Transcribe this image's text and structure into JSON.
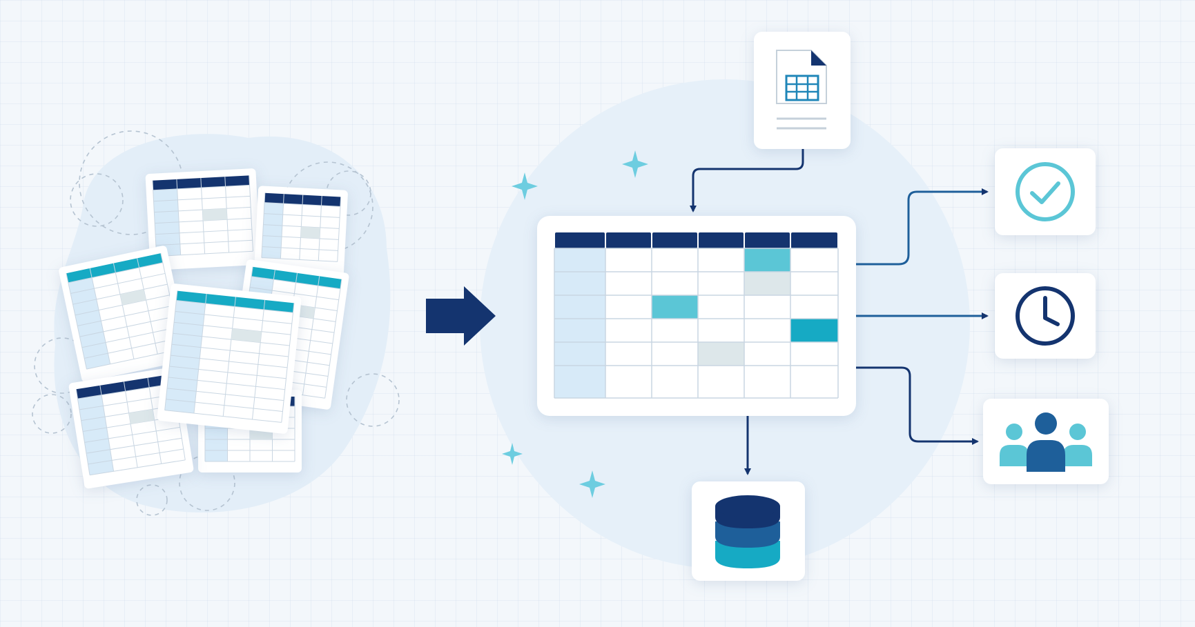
{
  "colors": {
    "background": "#f3f7fb",
    "navy": "#14346f",
    "mid_blue": "#1e5f9a",
    "teal": "#16aac4",
    "light_teal": "#5bc6d6",
    "pale_blue": "#d7eaf8",
    "pale_gray": "#dde7ea",
    "card": "#ffffff",
    "grid_line": "#c9d6e2"
  },
  "icons": {
    "source_sheets": "scattered-spreadsheets-icon",
    "transform_arrow": "right-arrow-icon",
    "central_table": "unified-table-icon",
    "spreadsheet_file": "spreadsheet-file-icon",
    "check": "check-circle-icon",
    "clock": "clock-icon",
    "users": "team-users-icon",
    "database": "database-icon",
    "sparkle": "sparkle-icon"
  },
  "diagram": {
    "nodes": [
      {
        "id": "sources",
        "role": "input",
        "icon": "scattered-spreadsheets-icon"
      },
      {
        "id": "file",
        "role": "input",
        "icon": "spreadsheet-file-icon"
      },
      {
        "id": "table",
        "role": "hub",
        "icon": "unified-table-icon"
      },
      {
        "id": "check",
        "role": "output",
        "icon": "check-circle-icon"
      },
      {
        "id": "clock",
        "role": "output",
        "icon": "clock-icon"
      },
      {
        "id": "users",
        "role": "output",
        "icon": "team-users-icon"
      },
      {
        "id": "database",
        "role": "output",
        "icon": "database-icon"
      }
    ],
    "edges": [
      {
        "from": "sources",
        "to": "table"
      },
      {
        "from": "file",
        "to": "table"
      },
      {
        "from": "table",
        "to": "check"
      },
      {
        "from": "table",
        "to": "clock"
      },
      {
        "from": "table",
        "to": "users"
      },
      {
        "from": "table",
        "to": "database"
      }
    ]
  }
}
